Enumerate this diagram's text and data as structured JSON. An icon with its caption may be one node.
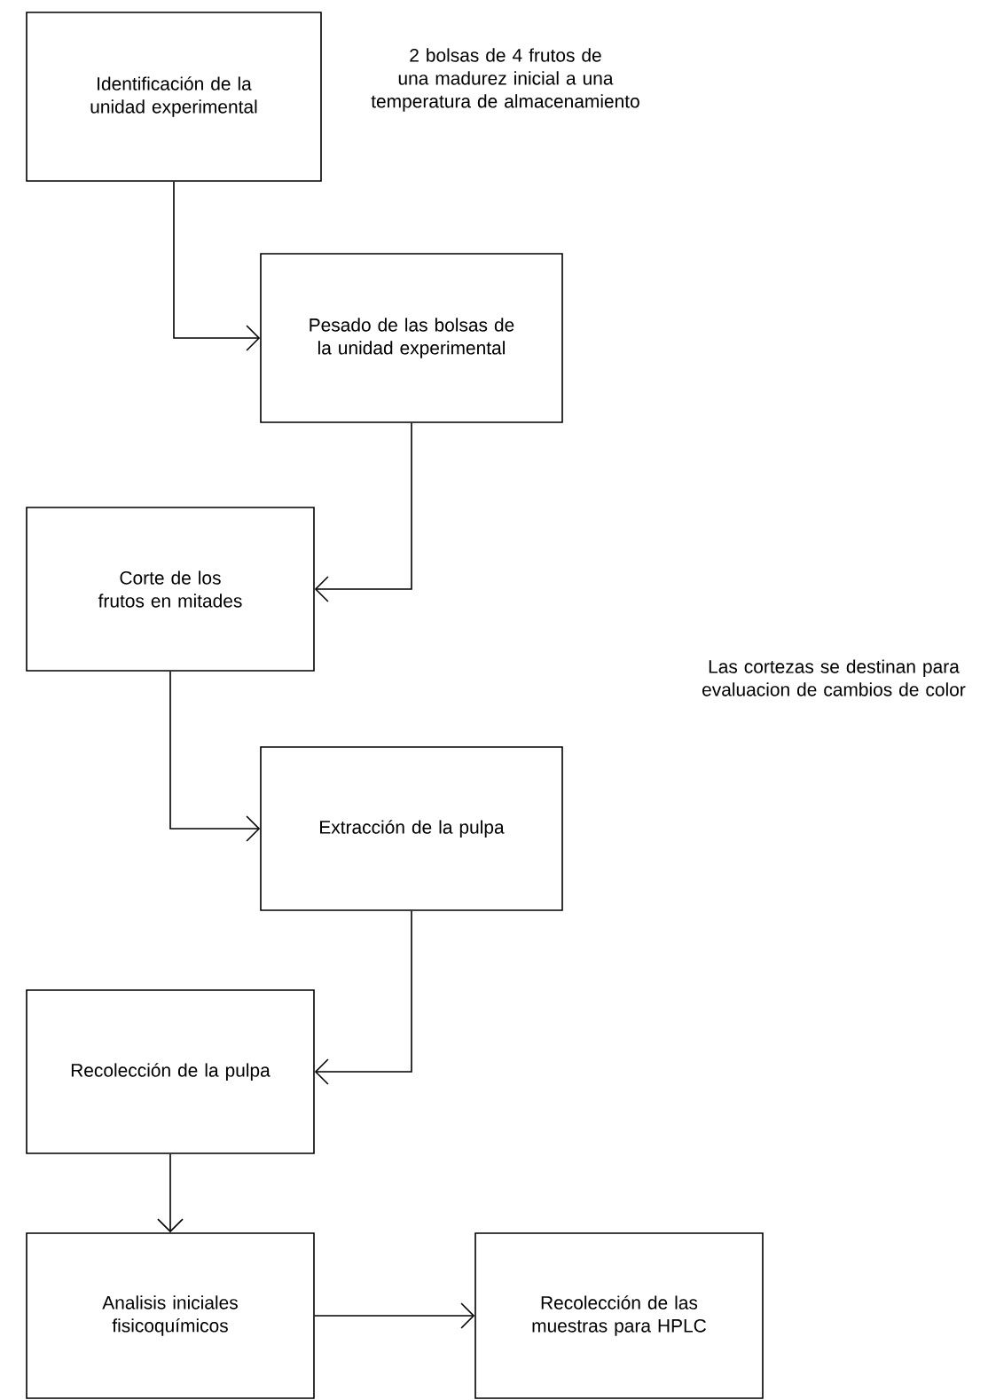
{
  "diagram": {
    "nodes": [
      {
        "text": [
          "Identificación de la unidad experimental"
        ]
      },
      {
        "text": [
          "Pesado de las bolsas de la unidad experimental"
        ]
      },
      {
        "text": [
          "Corte de los frutos en mitades"
        ]
      },
      {
        "text": [
          "Extracción de la pulpa"
        ]
      },
      {
        "text": [
          "Recolección de la pulpa"
        ]
      },
      {
        "text": [
          "Analisis iniciales fisicoquímicos"
        ]
      },
      {
        "text": [
          "Recolección de las muestras para HPLC"
        ]
      }
    ],
    "edges": [
      {
        "from": 0,
        "to": 1,
        "arrow": "to"
      },
      {
        "from": 1,
        "to": 2,
        "arrow": "to"
      },
      {
        "from": 2,
        "to": 3,
        "arrow": "to"
      },
      {
        "from": 3,
        "to": 4,
        "arrow": "to"
      },
      {
        "from": 4,
        "to": 5,
        "arrow": "to"
      },
      {
        "from": 5,
        "to": 6,
        "arrow": "to"
      }
    ],
    "labels": [
      "2 bolsas de 4 frutos de una madurez inicial a una temperatura de almacenamiento",
      "Las cortezas se destinan para evaluacion de cambios de color"
    ]
  }
}
